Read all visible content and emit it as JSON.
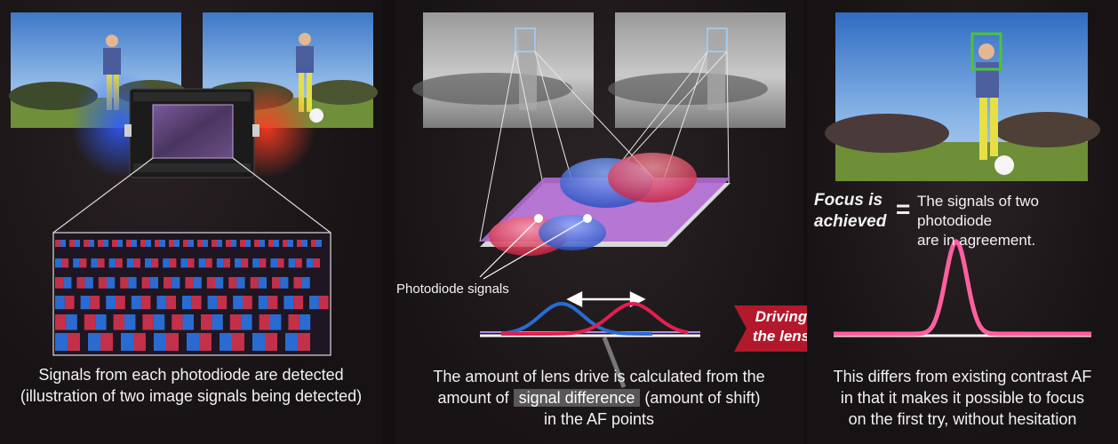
{
  "left_panel": {
    "caption_line1": "Signals from each photodiode are detected",
    "caption_line2": "(illustration of two image signals being detected)"
  },
  "middle_panel": {
    "photodiode_label": "Photodiode signals",
    "caption_line1": "The amount of lens drive is calculated from the",
    "caption_line2_pre": "amount of",
    "caption_highlight": "signal difference",
    "caption_line2_post": "(amount of shift)",
    "caption_line3": "in the AF points"
  },
  "arrow": {
    "line1": "Driving",
    "line2": "the lens"
  },
  "right_panel": {
    "focus_label_line1": "Focus is",
    "focus_label_line2": "achieved",
    "equals": "=",
    "focus_desc_line1": "The signals of two photodiode",
    "focus_desc_line2": "are in agreement.",
    "caption_line1": "This differs from existing contrast AF",
    "caption_line2": "in that it makes it possible to focus",
    "caption_line3": "on the first try, without hesitation"
  },
  "colors": {
    "blue_signal": "#2a6bd1",
    "red_signal": "#e0204f",
    "pink_peak": "#ff5fa0",
    "arrow_red": "#b3192c"
  }
}
